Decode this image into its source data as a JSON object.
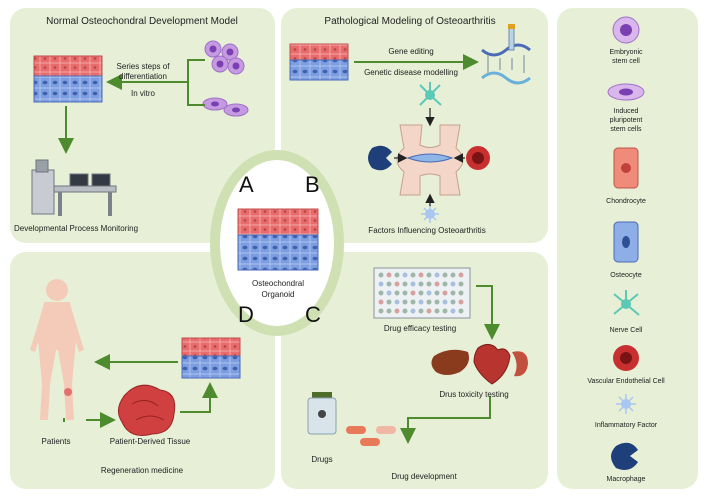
{
  "panels": {
    "a": {
      "title": "Normal Osteochondral Development Model",
      "steps": "Series steps of\ndifferentiation",
      "invitro": "In vitro",
      "monitoring": "Developmental Process Monitoring",
      "letter": "A"
    },
    "b": {
      "title": "Pathological Modeling of Osteoarthritis",
      "gene_editing": "Gene editing",
      "genetic": "Genetic disease modelling",
      "factors": "Factors Influencing Osteoarthritis",
      "letter": "B"
    },
    "c": {
      "efficacy": "Drug efficacy testing",
      "toxicity": "Drus toxicity testing",
      "drugs": "Drugs",
      "development": "Drug development",
      "letter": "C"
    },
    "d": {
      "patients": "Patients",
      "tissue": "Patient-Derived Tissue",
      "regen": "Regeneration medicine",
      "letter": "D"
    }
  },
  "center": {
    "label": "Osteochondral\nOrganoid"
  },
  "legend": {
    "items": [
      {
        "label": "Embryonic\nstem cell",
        "icon": "embryonic-stem-cell-icon"
      },
      {
        "label": "Induced\npluripotent\nstem cells",
        "icon": "ipsc-icon"
      },
      {
        "label": "Chondrocyte",
        "icon": "chondrocyte-icon"
      },
      {
        "label": "Osteocyte",
        "icon": "osteocyte-icon"
      },
      {
        "label": "Nerve Cell",
        "icon": "nerve-cell-icon"
      },
      {
        "label": "Vascular Endothelial Cell",
        "icon": "vascular-endothelial-cell-icon"
      },
      {
        "label": "Inflammatory Factor",
        "icon": "inflammatory-factor-icon"
      },
      {
        "label": "Macrophage",
        "icon": "macrophage-icon"
      }
    ]
  },
  "colors": {
    "panel": "#e7efd7",
    "arrow": "#4e8a2e",
    "cartilage": "#e86c6c",
    "bone": "#7c9de0",
    "ring": "#cfe0b2"
  }
}
